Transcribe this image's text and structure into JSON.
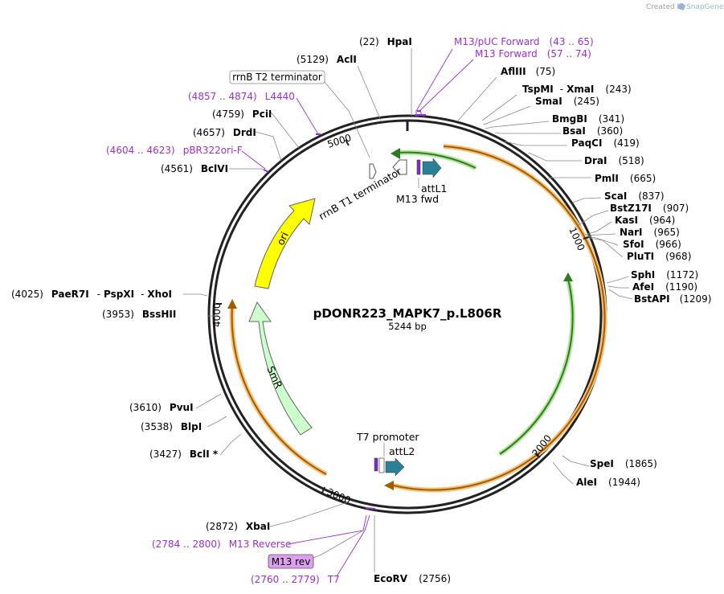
{
  "credit": {
    "prefix": "Created by",
    "brand": "SnapGene"
  },
  "plasmid": {
    "name": "pDONR223_MAPK7_p.L806R",
    "size": "5244 bp"
  },
  "ticks": [
    "5000",
    "1000",
    "2000",
    "3000",
    "4000"
  ],
  "restriction_sites": [
    {
      "name": "HpaI",
      "pos": "(22)"
    },
    {
      "name": "AclI",
      "pos": "(5129)"
    },
    {
      "name": "AflIII",
      "pos": "(75)"
    },
    {
      "name": "TspMI",
      "name2": "XmaI",
      "pos": "(243)"
    },
    {
      "name": "SmaI",
      "pos": "(245)"
    },
    {
      "name": "PciI",
      "pos": "(4759)"
    },
    {
      "name": "BmgBI",
      "pos": "(341)"
    },
    {
      "name": "DrdI",
      "pos": "(4657)"
    },
    {
      "name": "BsaI",
      "pos": "(360)"
    },
    {
      "name": "PaqCI",
      "pos": "(419)"
    },
    {
      "name": "DraI",
      "pos": "(518)"
    },
    {
      "name": "BclVI",
      "pos": "(4561)"
    },
    {
      "name": "PmlI",
      "pos": "(665)"
    },
    {
      "name": "ScaI",
      "pos": "(837)"
    },
    {
      "name": "BstZ17I",
      "pos": "(907)"
    },
    {
      "name": "KasI",
      "pos": "(964)"
    },
    {
      "name": "NarI",
      "pos": "(965)"
    },
    {
      "name": "SfoI",
      "pos": "(966)"
    },
    {
      "name": "PluTI",
      "pos": "(968)"
    },
    {
      "name": "SphI",
      "pos": "(1172)"
    },
    {
      "name": "AfeI",
      "pos": "(1190)"
    },
    {
      "name": "BstAPI",
      "pos": "(1209)"
    },
    {
      "name": "PaeR7I",
      "name2": "PspXI",
      "name3": "XhoI",
      "pos": "(4025)"
    },
    {
      "name": "BssHII",
      "pos": "(3953)"
    },
    {
      "name": "PvuI",
      "pos": "(3610)"
    },
    {
      "name": "BlpI",
      "pos": "(3538)"
    },
    {
      "name": "BclI *",
      "pos": "(3427)"
    },
    {
      "name": "SpeI",
      "pos": "(1865)"
    },
    {
      "name": "AleI",
      "pos": "(1944)"
    },
    {
      "name": "XbaI",
      "pos": "(2872)"
    },
    {
      "name": "EcoRV",
      "pos": "(2756)"
    }
  ],
  "primers": [
    {
      "name": "M13/pUC Forward",
      "range": "(43 .. 65)"
    },
    {
      "name": "M13 Forward",
      "range": "(57 .. 74)"
    },
    {
      "name": "L4440",
      "range": "(4857 .. 4874)"
    },
    {
      "name": "pBR322ori-F",
      "range": "(4604 .. 4623)"
    },
    {
      "name": "M13 Reverse",
      "range": "(2784 .. 2800)"
    },
    {
      "name": "T7",
      "range": "(2760 .. 2779)"
    }
  ],
  "boxed_labels": {
    "terminator2": "rrnB T2 terminator",
    "m13rev": "M13 rev"
  },
  "features": {
    "ori": "ori",
    "smr": "SmR",
    "rrnb_t1": "rrnB T1 terminator",
    "attl1": "attL1",
    "m13fwd": "M13 fwd",
    "t7promoter": "T7 promoter",
    "attl2": "attL2"
  },
  "colors": {
    "primer": "#9b30d0",
    "ori": "#ffff00",
    "smr": "#ccffcc",
    "orf": "#f5a623",
    "att": "#2a8095",
    "insert_arrow": "#33aa33"
  }
}
